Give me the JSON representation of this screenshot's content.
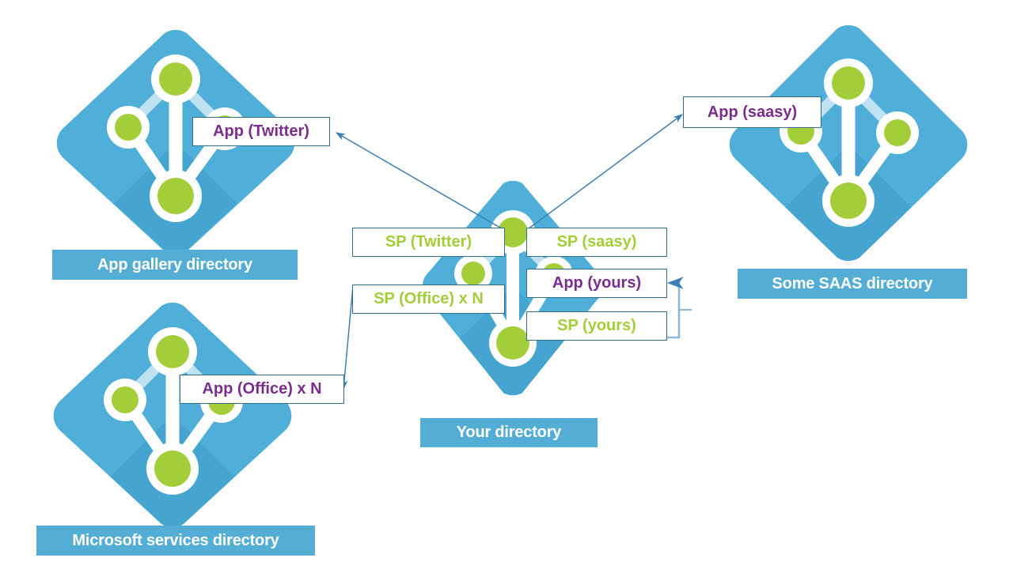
{
  "diagram": {
    "title": "Azure AD applications and service principals across directories",
    "background": "#ffffff",
    "colors": {
      "icon_blue": "#4FAFD9",
      "icon_blue_shadow": "#3E9DC8",
      "icon_blue_light": "#A9D9EC",
      "node_green": "#A4CE39",
      "banner_blue": "#54ADD4",
      "banner_text": "#FFFFFF",
      "app_text": "#7B2D8E",
      "sp_text": "#A4CE39",
      "box_border": "#2E6F86",
      "arrow_blue": "#3B7FB5",
      "bracket_blue": "#8FB9D4"
    }
  },
  "directories": [
    {
      "id": "app-gallery",
      "banner": "App gallery directory",
      "icon_name": "azure-ad-directory-icon"
    },
    {
      "id": "microsoft-services",
      "banner": "Microsoft services directory",
      "icon_name": "azure-ad-directory-icon"
    },
    {
      "id": "your-directory",
      "banner": "Your directory",
      "icon_name": "azure-ad-directory-icon"
    },
    {
      "id": "some-saas",
      "banner": "Some SAAS directory",
      "icon_name": "azure-ad-directory-icon"
    }
  ],
  "labels": {
    "app_twitter": "App (Twitter)",
    "sp_twitter": "SP (Twitter)",
    "app_office": "App (Office) x N",
    "sp_office": "SP (Office) x N",
    "app_saasy": "App (saasy)",
    "sp_saasy": "SP (saasy)",
    "app_yours": "App (yours)",
    "sp_yours": "SP (yours)"
  },
  "connections": [
    {
      "id": "twitter",
      "from": "sp_twitter",
      "to": "app_twitter",
      "style": "arrow"
    },
    {
      "id": "office",
      "from": "sp_office",
      "to": "app_office",
      "style": "arrow"
    },
    {
      "id": "saasy",
      "from": "sp_saasy",
      "to": "app_saasy",
      "style": "arrow"
    },
    {
      "id": "yours",
      "from": "sp_yours",
      "to": "app_yours",
      "style": "bracket"
    }
  ]
}
